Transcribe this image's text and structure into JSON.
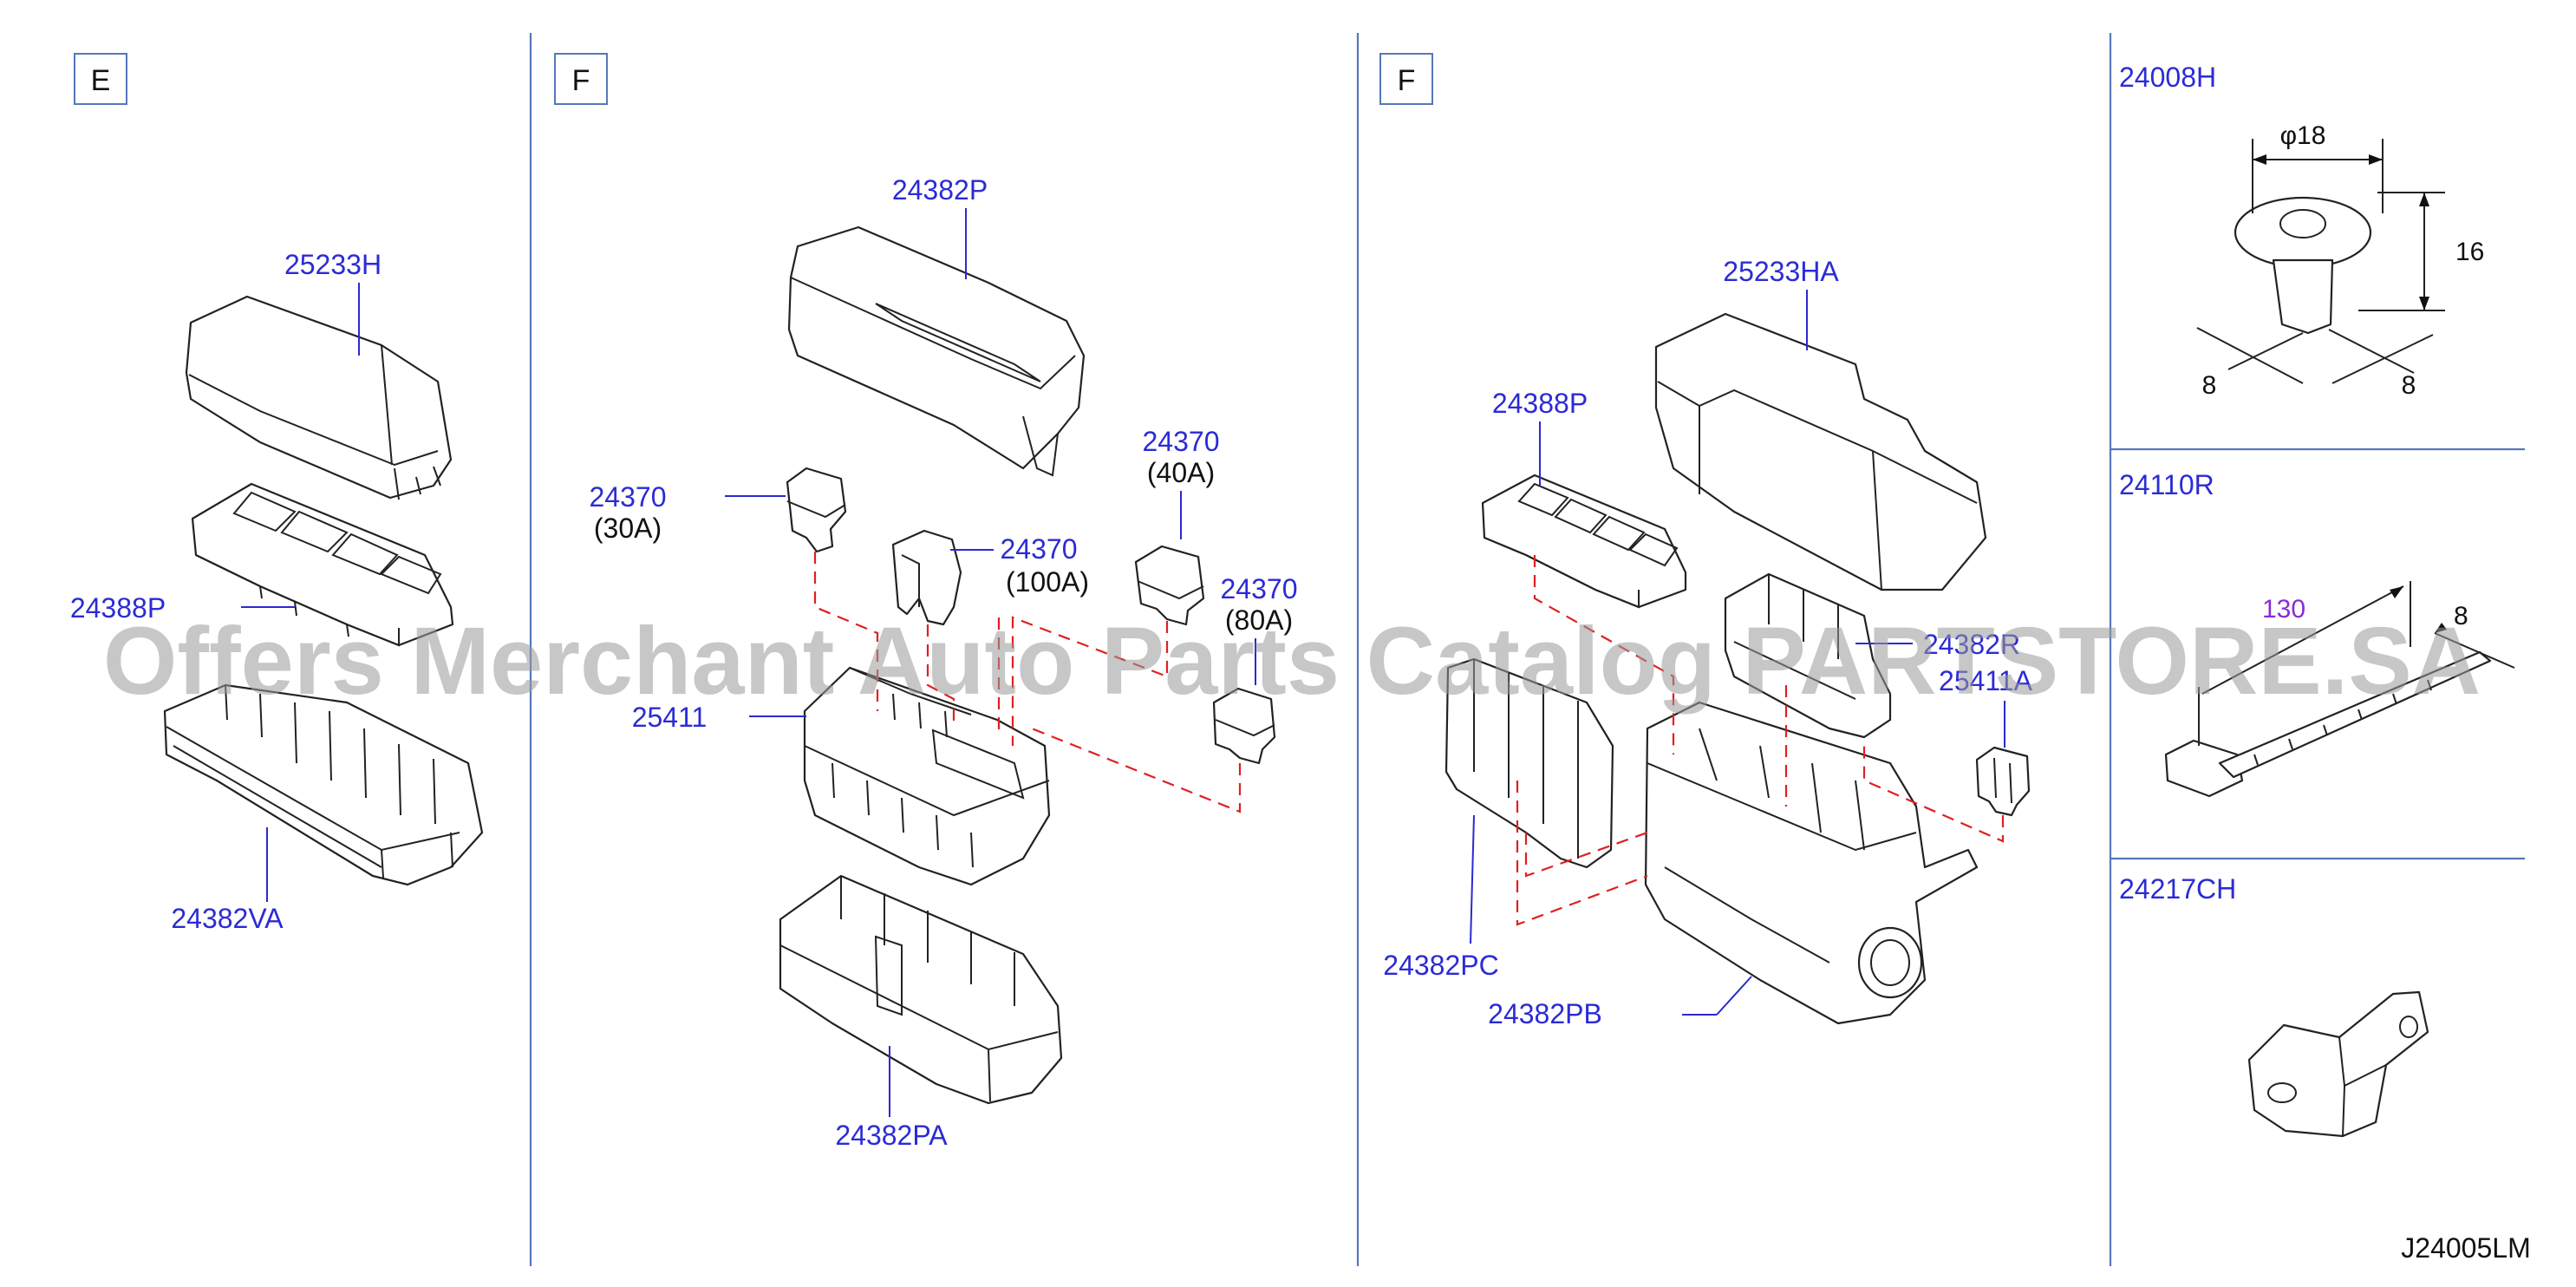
{
  "sections": {
    "e": "E",
    "f1": "F",
    "f2": "F"
  },
  "parts": {
    "p25233H": "25233H",
    "p24388P_e": "24388P",
    "p24382VA": "24382VA",
    "p24382P": "24382P",
    "p24370_30": "24370",
    "a30": "(30A)",
    "p24370_100": "24370",
    "a100": "(100A)",
    "p24370_40": "24370",
    "a40": "(40A)",
    "p24370_80": "24370",
    "a80": "(80A)",
    "p25411": "25411",
    "p24382PA": "24382PA",
    "p25233HA": "25233HA",
    "p24388P_f": "24388P",
    "p24382R": "24382R",
    "p25411A": "25411A",
    "p24382PC": "24382PC",
    "p24382PB": "24382PB",
    "p24008H": "24008H",
    "p24110R": "24110R",
    "p24217CH": "24217CH"
  },
  "dimensions": {
    "phi18": "φ18",
    "h16": "16",
    "w8a": "8",
    "w8b": "8",
    "len130": "130",
    "w8c": "8"
  },
  "reference": "J24005LM",
  "watermark": "Offers Merchant Auto Parts Catalog PARTSTORE.SA",
  "colors": {
    "label": "#2b2bd6",
    "dashed_line": "#e02020",
    "divider": "#5577bb",
    "dim130": "#8a2bd6"
  }
}
